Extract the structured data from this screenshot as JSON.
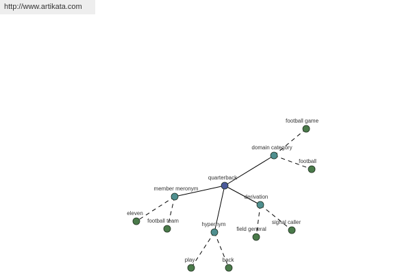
{
  "site_url": "http://www.artikata.com",
  "colors": {
    "root_node": "#4a5a9a",
    "relation_node": "#4f8f8f",
    "leaf_node": "#4a7a4a",
    "edge": "#000000"
  },
  "graph": {
    "root": "quarterback",
    "relations": [
      {
        "label": "domain category",
        "terms": [
          "football game",
          "football"
        ]
      },
      {
        "label": "member meronym",
        "terms": [
          "eleven",
          "football team"
        ]
      },
      {
        "label": "derivation",
        "terms": [
          "field general",
          "signal caller"
        ]
      },
      {
        "label": "hypernym",
        "terms": [
          "play",
          "back"
        ]
      }
    ]
  }
}
